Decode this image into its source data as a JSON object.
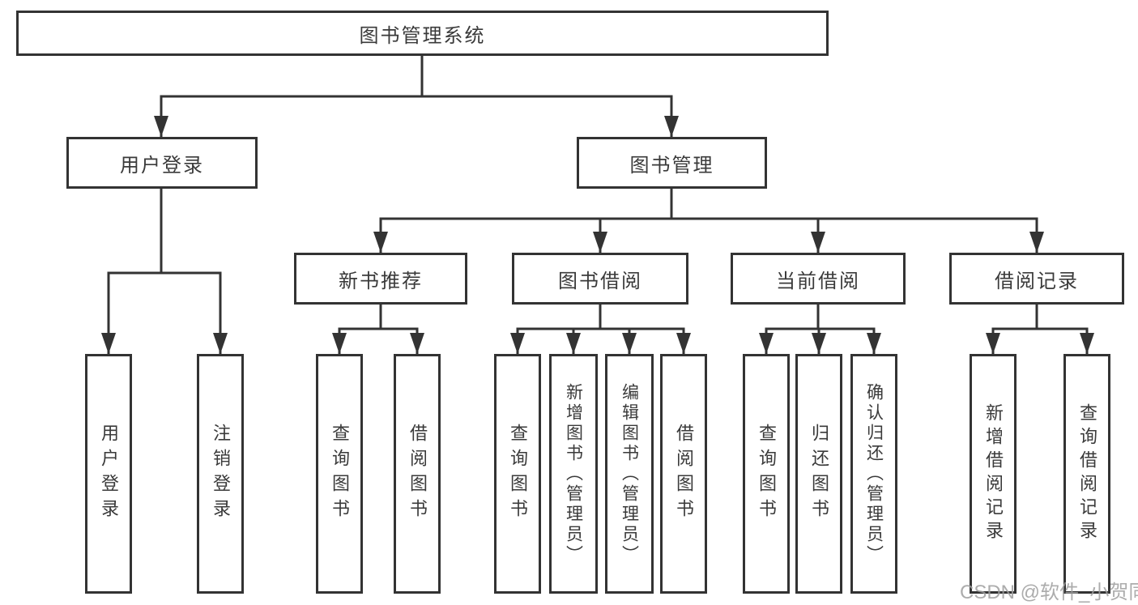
{
  "diagram": {
    "root": {
      "label": "图书管理系统"
    },
    "branches": [
      {
        "label": "用户登录",
        "children": [
          {
            "label": "用户登录"
          },
          {
            "label": "注销登录"
          }
        ]
      },
      {
        "label": "图书管理",
        "children": [
          {
            "label": "新书推荐",
            "children": [
              {
                "label": "查询图书"
              },
              {
                "label": "借阅图书"
              }
            ]
          },
          {
            "label": "图书借阅",
            "children": [
              {
                "label": "查询图书"
              },
              {
                "label": "新增图书（管理员）"
              },
              {
                "label": "编辑图书（管理员）"
              },
              {
                "label": "借阅图书"
              }
            ]
          },
          {
            "label": "当前借阅",
            "children": [
              {
                "label": "查询图书"
              },
              {
                "label": "归还图书"
              },
              {
                "label": "确认归还（管理员）"
              }
            ]
          },
          {
            "label": "借阅记录",
            "children": [
              {
                "label": "新增借阅记录"
              },
              {
                "label": "查询借阅记录"
              }
            ]
          }
        ]
      }
    ]
  },
  "watermark": {
    "text": "CSDN @软件_小贺同学"
  },
  "colors": {
    "line": "#333333",
    "text": "#3a3a3a",
    "background": "#ffffff",
    "watermark": "#9e9e9e"
  }
}
